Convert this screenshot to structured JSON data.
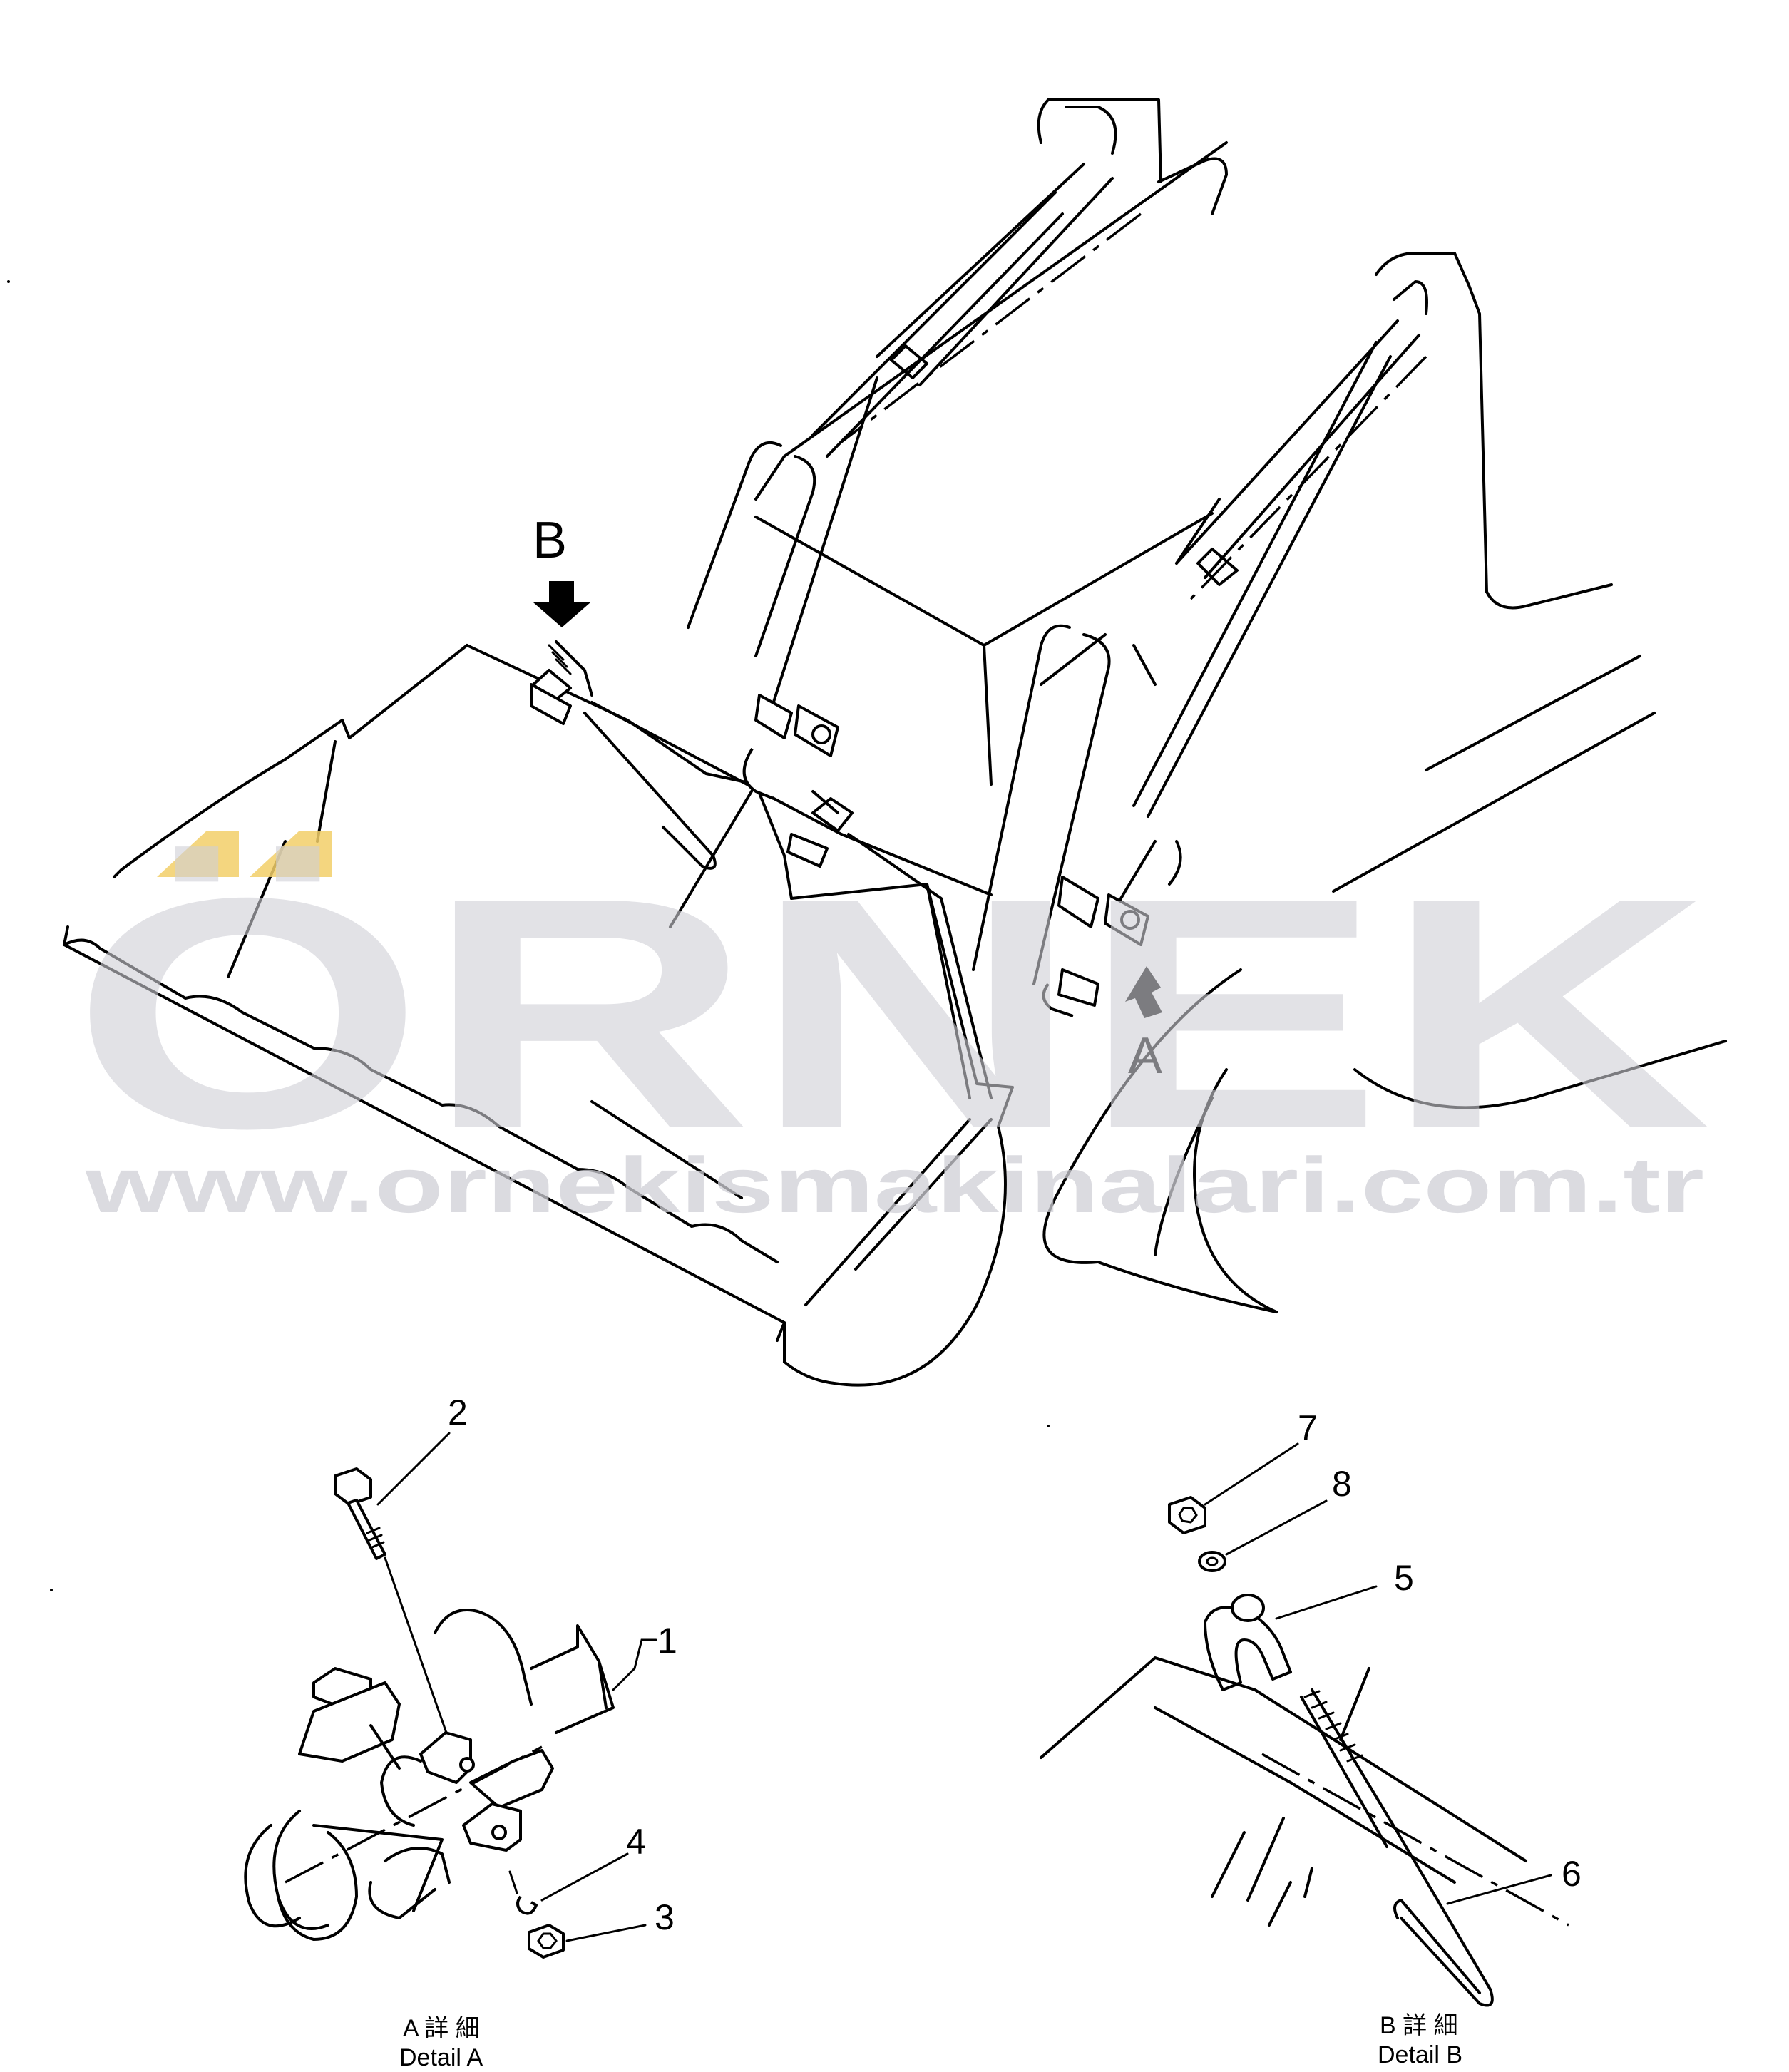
{
  "views": {
    "a_arrow": "A",
    "b_arrow": "B"
  },
  "callouts": [
    "1",
    "2",
    "3",
    "4",
    "5",
    "6",
    "7",
    "8"
  ],
  "captions": {
    "detail_a_jp": "A 詳 細",
    "detail_a_en": "Detail A",
    "detail_b_jp": "B 詳 細",
    "detail_b_en": "Detail B"
  },
  "watermark": {
    "brand": "ÖRNEK",
    "url": "www.ornekismakinalari.com.tr",
    "accent_color": "#f2cf68",
    "text_color": "#cfcfd6"
  }
}
